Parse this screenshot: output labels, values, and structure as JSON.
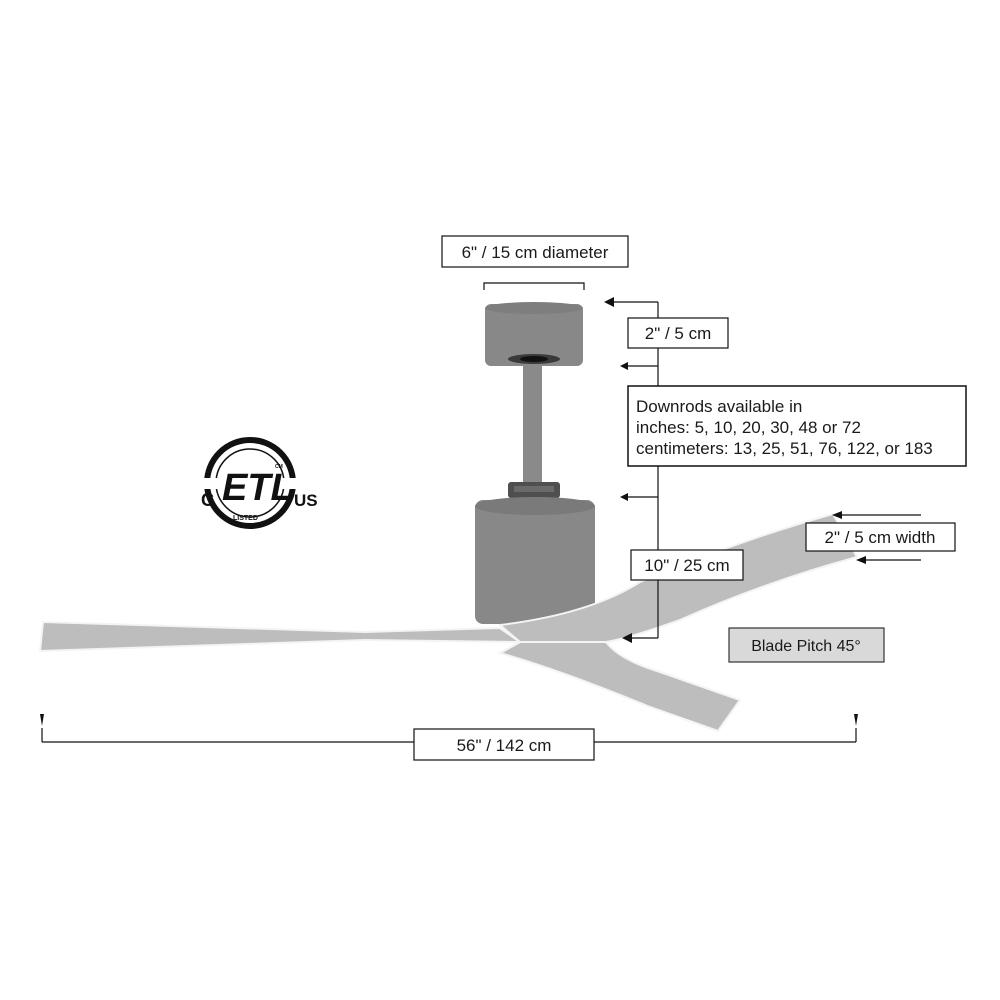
{
  "certification": {
    "left_letter": "C",
    "right_letters": "US",
    "mark": "ETL",
    "listed": "LISTED",
    "small": "CM"
  },
  "labels": {
    "canopy_diameter": "6\" / 15 cm diameter",
    "canopy_height": "2\" / 5 cm",
    "downrods_line1": "Downrods available in",
    "downrods_line2": "inches: 5, 10, 20, 30, 48 or 72",
    "downrods_line3": "centimeters: 13, 25, 51, 76, 122, or 183",
    "motor_height": "10\" / 25 cm",
    "blade_width": "2\" / 5 cm width",
    "blade_pitch": "Blade Pitch 45°",
    "span": "56\"  / 142 cm"
  },
  "colors": {
    "body": "#888888",
    "body_dark": "#6f6f6f",
    "blade": "#bdbdbd",
    "blade_edge": "#f4f4f4",
    "pitch_box": "#d9d9d9",
    "line": "#111111"
  }
}
